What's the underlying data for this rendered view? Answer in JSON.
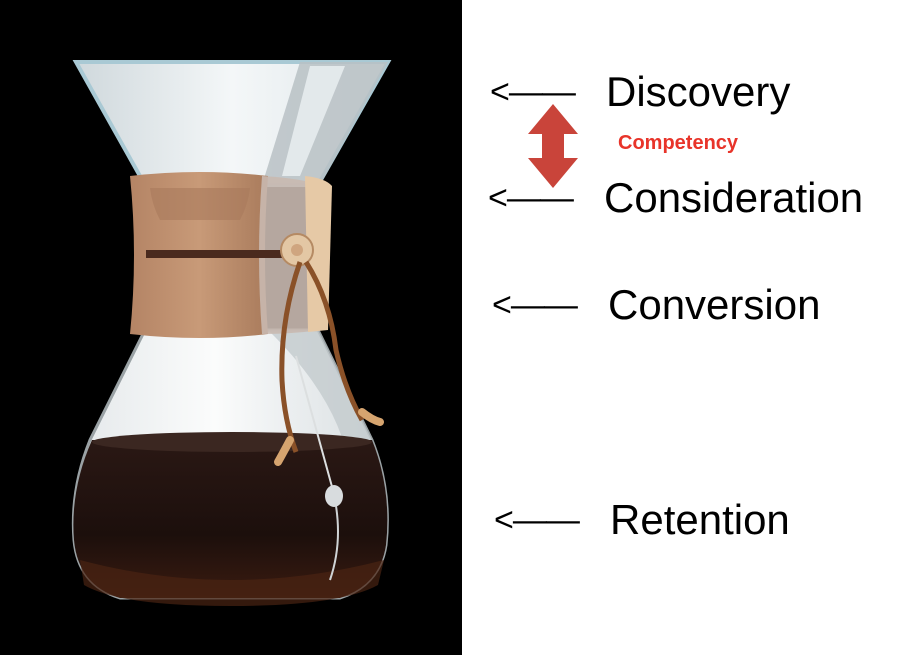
{
  "stages": [
    {
      "arrow": "<——",
      "label": "Discovery"
    },
    {
      "arrow": "<——",
      "label": "Consideration"
    },
    {
      "arrow": "<——",
      "label": "Conversion"
    },
    {
      "arrow": "<——",
      "label": "Retention"
    }
  ],
  "competency": {
    "label": "Competency",
    "color": "#e8342a",
    "arrow_color": "#c9443a"
  },
  "illustration": {
    "subject": "chemex-coffee-maker"
  }
}
